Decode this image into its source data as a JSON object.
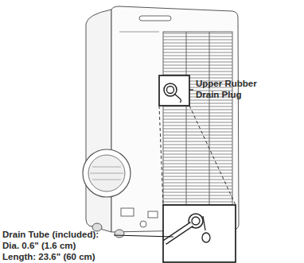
{
  "diagram": {
    "labels": [
      "Upper Rubber Drain Plug",
      "Drain Tube (included):",
      "Dia. 0.6\" (1.6 cm)",
      "Length: 23.6\" (60 cm)"
    ]
  }
}
